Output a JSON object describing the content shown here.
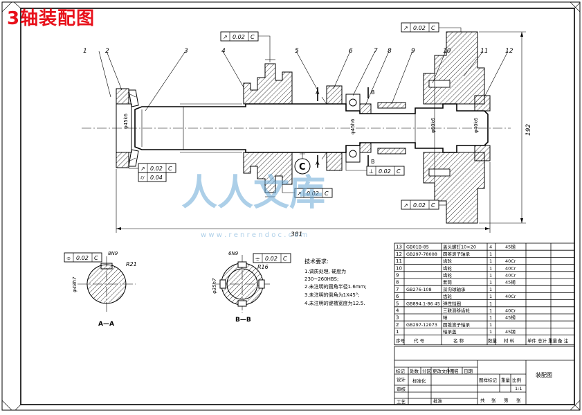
{
  "title": "3轴装配图",
  "watermark": {
    "text": "人人文库",
    "url": "w w w . r e n r e n d o c . c o m",
    "color": "#6aa8d6"
  },
  "drawing": {
    "balloons": [
      "1",
      "2",
      "3",
      "4",
      "5",
      "6",
      "7",
      "8",
      "9",
      "10",
      "11",
      "12"
    ],
    "dimensions": {
      "total_length": "381",
      "height": "192",
      "dia_left": "φ45k6",
      "dia_mid": "φ45h6",
      "dia_right": "φ60k6",
      "dia_end": "φ40k6"
    },
    "fcf_top_gear": {
      "symbol": "↗",
      "value": "0.02",
      "datum": "C"
    },
    "fcf_top_right": {
      "symbol": "↗",
      "value": "0.02",
      "datum": "C"
    },
    "fcf_left_1": {
      "symbol": "↗",
      "value": "0.02",
      "datum": "C"
    },
    "fcf_left_2": {
      "symbol": "⌭",
      "value": "0.04",
      "datum": ""
    },
    "fcf_mid_1": {
      "symbol": "⊥",
      "value": "0.02",
      "datum": "C"
    },
    "fcf_mid_2": {
      "symbol": "↗",
      "value": "0.02",
      "datum": "C"
    },
    "fcf_bottom_right": {
      "symbol": "↗",
      "value": "0.02",
      "datum": "C"
    },
    "datum_label": "C",
    "section_labels": {
      "A": "A",
      "B": "B"
    },
    "section_aa": {
      "label": "A—A",
      "fcf": {
        "symbol": "⌯",
        "value": "0.02",
        "datum": "C"
      },
      "key": "8N9",
      "radius": "R21",
      "dia": "φ48h7"
    },
    "section_bb": {
      "label": "B—B",
      "fcf": {
        "symbol": "⌯",
        "value": "0.02",
        "datum": "C"
      },
      "key": "6N9",
      "radius": "R16",
      "dia": "φ35h7"
    },
    "tech_req": {
      "heading": "技术要求:",
      "items": [
        "1.调质处理, 硬度为",
        "230~260HBS;",
        "2.未注明的圆角半径1.6mm;",
        "3.未注明的倒角为1X45°;",
        "4.未注明的键槽宽度为12.5."
      ]
    }
  },
  "bom": {
    "rows": [
      {
        "no": "13",
        "code": "GB01B-85",
        "name": "盖头螺钉10×20",
        "qty": "4",
        "material": "45钢"
      },
      {
        "no": "12",
        "code": "GB297-78008",
        "name": "圆锥滚子轴承",
        "qty": "1",
        "material": ""
      },
      {
        "no": "11",
        "code": "",
        "name": "齿轮",
        "qty": "1",
        "material": "40Cr"
      },
      {
        "no": "10",
        "code": "",
        "name": "齿轮",
        "qty": "1",
        "material": "40Cr"
      },
      {
        "no": "9",
        "code": "",
        "name": "齿轮",
        "qty": "1",
        "material": "40Cr"
      },
      {
        "no": "8",
        "code": "",
        "name": "套筒",
        "qty": "1",
        "material": "45钢"
      },
      {
        "no": "7",
        "code": "GB276-108",
        "name": "深沟球轴承",
        "qty": "1",
        "material": ""
      },
      {
        "no": "6",
        "code": "",
        "name": "齿轮",
        "qty": "1",
        "material": "40Cr"
      },
      {
        "no": "5",
        "code": "GB894.1-86 45",
        "name": "弹性挡圈",
        "qty": "1",
        "material": ""
      },
      {
        "no": "4",
        "code": "",
        "name": "三联滑移齿轮",
        "qty": "1",
        "material": "40Cr"
      },
      {
        "no": "3",
        "code": "",
        "name": "轴",
        "qty": "1",
        "material": "45钢"
      },
      {
        "no": "2",
        "code": "GB297-12073",
        "name": "圆锥滚子轴承",
        "qty": "1",
        "material": ""
      },
      {
        "no": "1",
        "code": "",
        "name": "轴承盖",
        "qty": "1",
        "material": "45钢"
      }
    ],
    "header": {
      "no": "序号",
      "code": "代 号",
      "name": "名 称",
      "qty": "数量",
      "material": "材 料",
      "weight": "单件 总计 重量",
      "remark": "备 注"
    }
  },
  "title_block": {
    "drawing_name": "装配图",
    "labels": [
      "标记",
      "处数",
      "分区",
      "更改文件号",
      "签名",
      "日期"
    ],
    "roles": [
      "设计",
      "审核",
      "工艺"
    ],
    "std": "标准化",
    "approve": "批准",
    "stage": "图样标记",
    "weight": "重量",
    "scale": "比例",
    "scale_val": "1:1",
    "sheets": [
      "共",
      "张",
      "第",
      "张"
    ]
  }
}
